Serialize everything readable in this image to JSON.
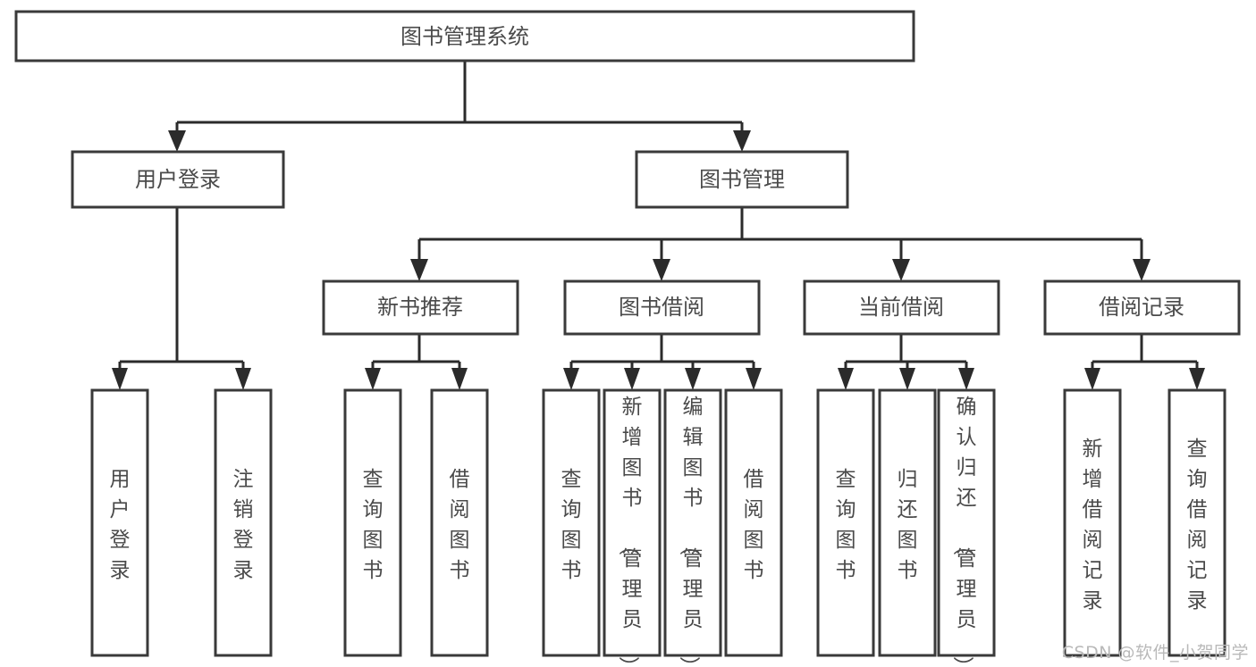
{
  "diagram": {
    "title": "图书管理系统",
    "type": "tree-hierarchy",
    "watermark": "CSDN @软件_小贺同学",
    "colors": {
      "background": "#ffffff",
      "box_fill": "#ffffff",
      "box_stroke": "#3a3a3a",
      "edge": "#2b2b2b",
      "label_text": "#4a4a4a",
      "watermark_text": "#b9b9b9"
    },
    "levels": {
      "root": "图书管理系统",
      "level2": [
        "用户登录",
        "图书管理"
      ],
      "level3": [
        "新书推荐",
        "图书借阅",
        "当前借阅",
        "借阅记录"
      ]
    },
    "nodes": {
      "root": {
        "label": "图书管理系统"
      },
      "user_login": {
        "label": "用户登录"
      },
      "book_manage": {
        "label": "图书管理"
      },
      "new_book_rec": {
        "label": "新书推荐"
      },
      "book_borrow": {
        "label": "图书借阅"
      },
      "current_borrow": {
        "label": "当前借阅"
      },
      "borrow_record": {
        "label": "借阅记录"
      }
    },
    "leaves": {
      "user_login": [
        {
          "label": "用户登录"
        },
        {
          "label": "注销登录"
        }
      ],
      "new_book_rec": [
        {
          "label": "查询图书"
        },
        {
          "label": "借阅图书"
        }
      ],
      "book_borrow": [
        {
          "label": "查询图书"
        },
        {
          "label": "新增图书（管理员）"
        },
        {
          "label": "编辑图书（管理员）"
        },
        {
          "label": "借阅图书"
        }
      ],
      "current_borrow": [
        {
          "label": "查询图书"
        },
        {
          "label": "归还图书"
        },
        {
          "label": "确认归还（管理员）"
        }
      ],
      "borrow_record": [
        {
          "label": "新增借阅记录"
        },
        {
          "label": "查询借阅记录"
        }
      ]
    }
  }
}
